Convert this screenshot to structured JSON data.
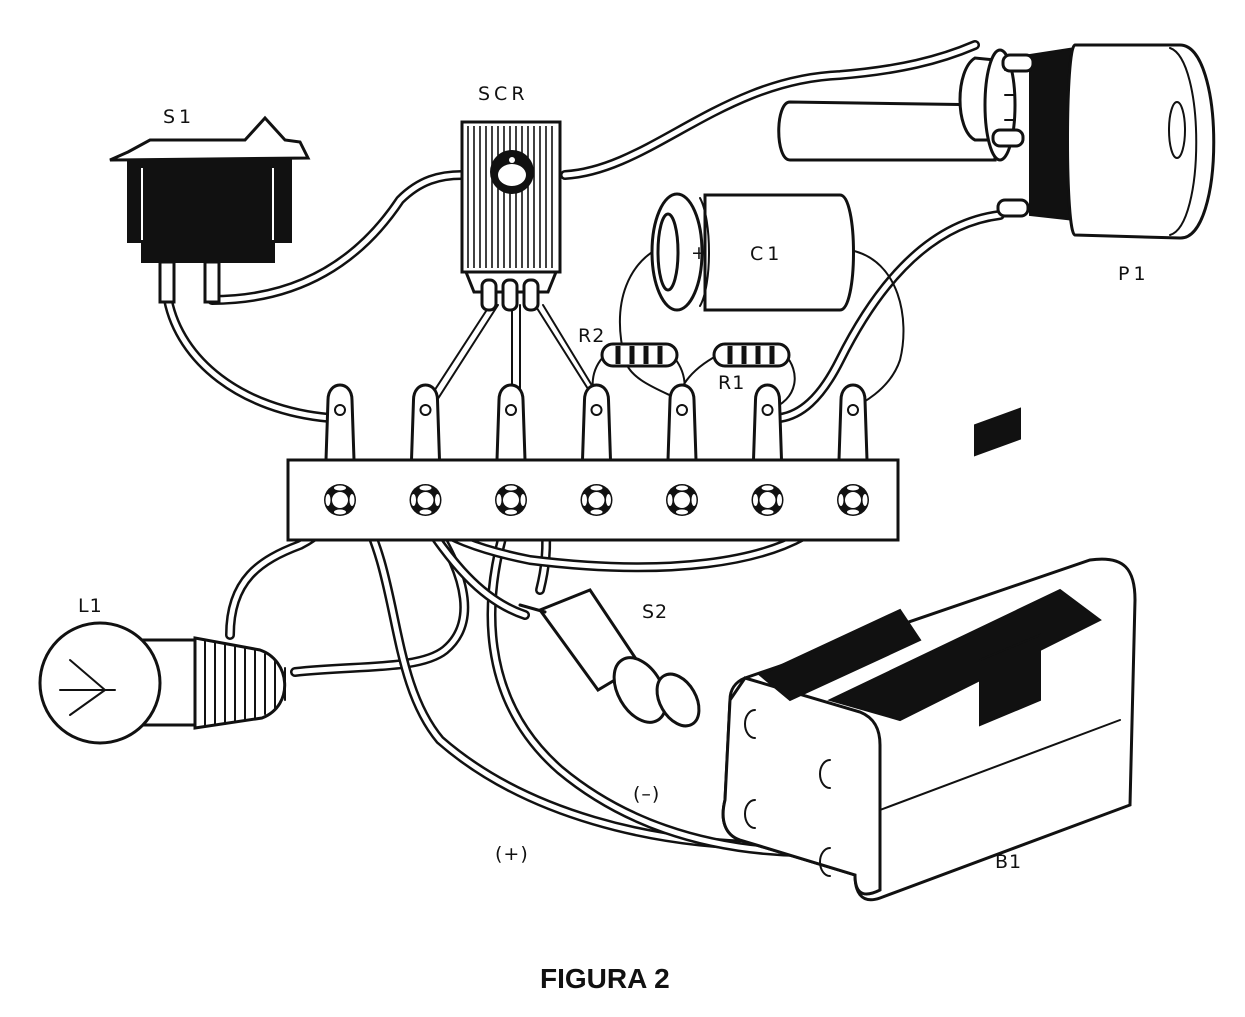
{
  "figure": {
    "caption": "FIGURA 2",
    "description": "Assembly drawing of a timer circuit on a terminal strip"
  },
  "components": {
    "s1": {
      "label": "S1",
      "type": "rocker switch"
    },
    "scr": {
      "label": "SCR",
      "type": "thyristor"
    },
    "p1": {
      "label": "P1",
      "type": "potentiometer"
    },
    "c1": {
      "label": "C1",
      "type": "electrolytic capacitor",
      "polarity_mark": "+"
    },
    "r1": {
      "label": "R1",
      "type": "resistor"
    },
    "r2": {
      "label": "R2",
      "type": "resistor"
    },
    "l1": {
      "label": "L1",
      "type": "lamp"
    },
    "s2": {
      "label": "S2",
      "type": "push-button switch"
    },
    "b1": {
      "label": "B1",
      "type": "battery holder (4 cells)"
    }
  },
  "polarity": {
    "positive": "(+)",
    "negative": "(–)"
  },
  "terminal_strip": {
    "lug_count": 7
  }
}
